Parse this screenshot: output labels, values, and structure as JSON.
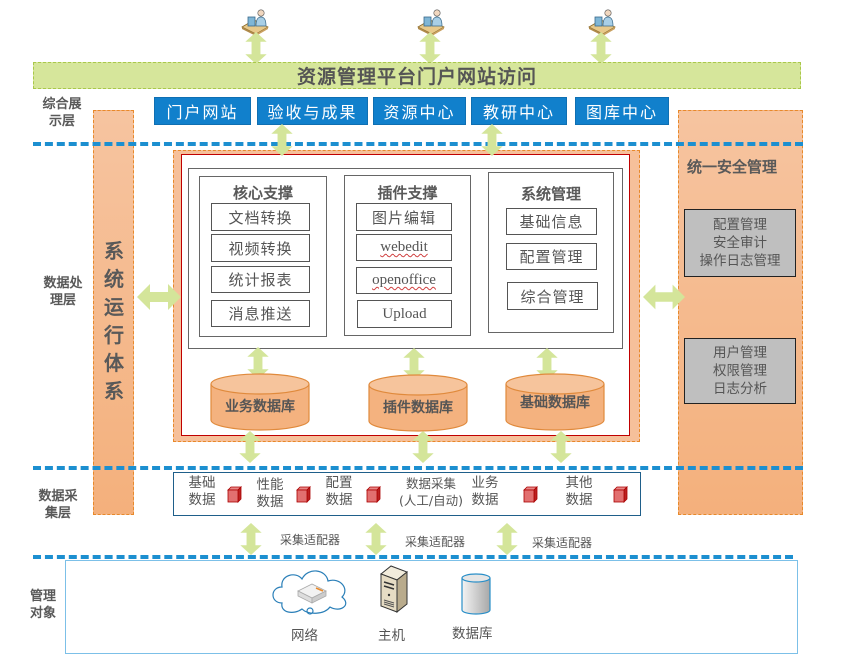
{
  "title": "资源管理平台门户网站访问",
  "user_icons": [
    "user-at-computer-icon",
    "user-at-computer-icon",
    "user-at-computer-icon"
  ],
  "layers": {
    "display": "综合展\n示层",
    "display_l1": "综合展",
    "display_l2": "示层",
    "processing_l1": "数据处",
    "processing_l2": "理层",
    "collection_l1": "数据采",
    "collection_l2": "集层",
    "managed_l1": "管理",
    "managed_l2": "对象"
  },
  "portal_buttons": [
    "门户网站",
    "验收与成果",
    "资源中心",
    "教研中心",
    "图库中心"
  ],
  "left_column": {
    "title_chars": [
      "系",
      "统",
      "运",
      "行",
      "体",
      "系"
    ]
  },
  "right_column": {
    "title": "统一安全管理",
    "box1": [
      "配置管理",
      "安全审计",
      "操作日志管理"
    ],
    "box2": [
      "用户管理",
      "权限管理",
      "日志分析"
    ]
  },
  "core": {
    "groups": [
      {
        "title": "核心支撑",
        "items": [
          "文档转换",
          "视频转换",
          "统计报表",
          "消息推送"
        ]
      },
      {
        "title": "插件支撑",
        "items": [
          "图片编辑",
          "webedit",
          "openoffice",
          "Upload"
        ]
      },
      {
        "title": "系统管理",
        "items": [
          "基础信息",
          "配置管理",
          "综合管理"
        ]
      }
    ],
    "databases": [
      "业务数据库",
      "插件数据库",
      "基础数据库"
    ]
  },
  "collection": {
    "items": [
      {
        "l1": "基础",
        "l2": "数据"
      },
      {
        "l1": "性能",
        "l2": "数据"
      },
      {
        "l1": "配置",
        "l2": "数据"
      },
      {
        "l1": "数据采集",
        "l2": "(人工/自动)"
      },
      {
        "l1": "业务",
        "l2": "数据"
      },
      {
        "l1": "其他",
        "l2": "数据"
      }
    ],
    "adapters": [
      "采集适配器",
      "采集适配器",
      "采集适配器"
    ]
  },
  "managed_objects": [
    "网络",
    "主机",
    "数据库"
  ],
  "colors": {
    "accent_blue": "#1180cc",
    "dash_blue": "#1c8fd0",
    "banner_green": "#d6e69b",
    "arrow_green": "#d4e59a",
    "column_orange": "#f4b480",
    "core_red": "#c00000",
    "gray_box": "#bfbfbf",
    "cube_red": "#d63a3a"
  }
}
